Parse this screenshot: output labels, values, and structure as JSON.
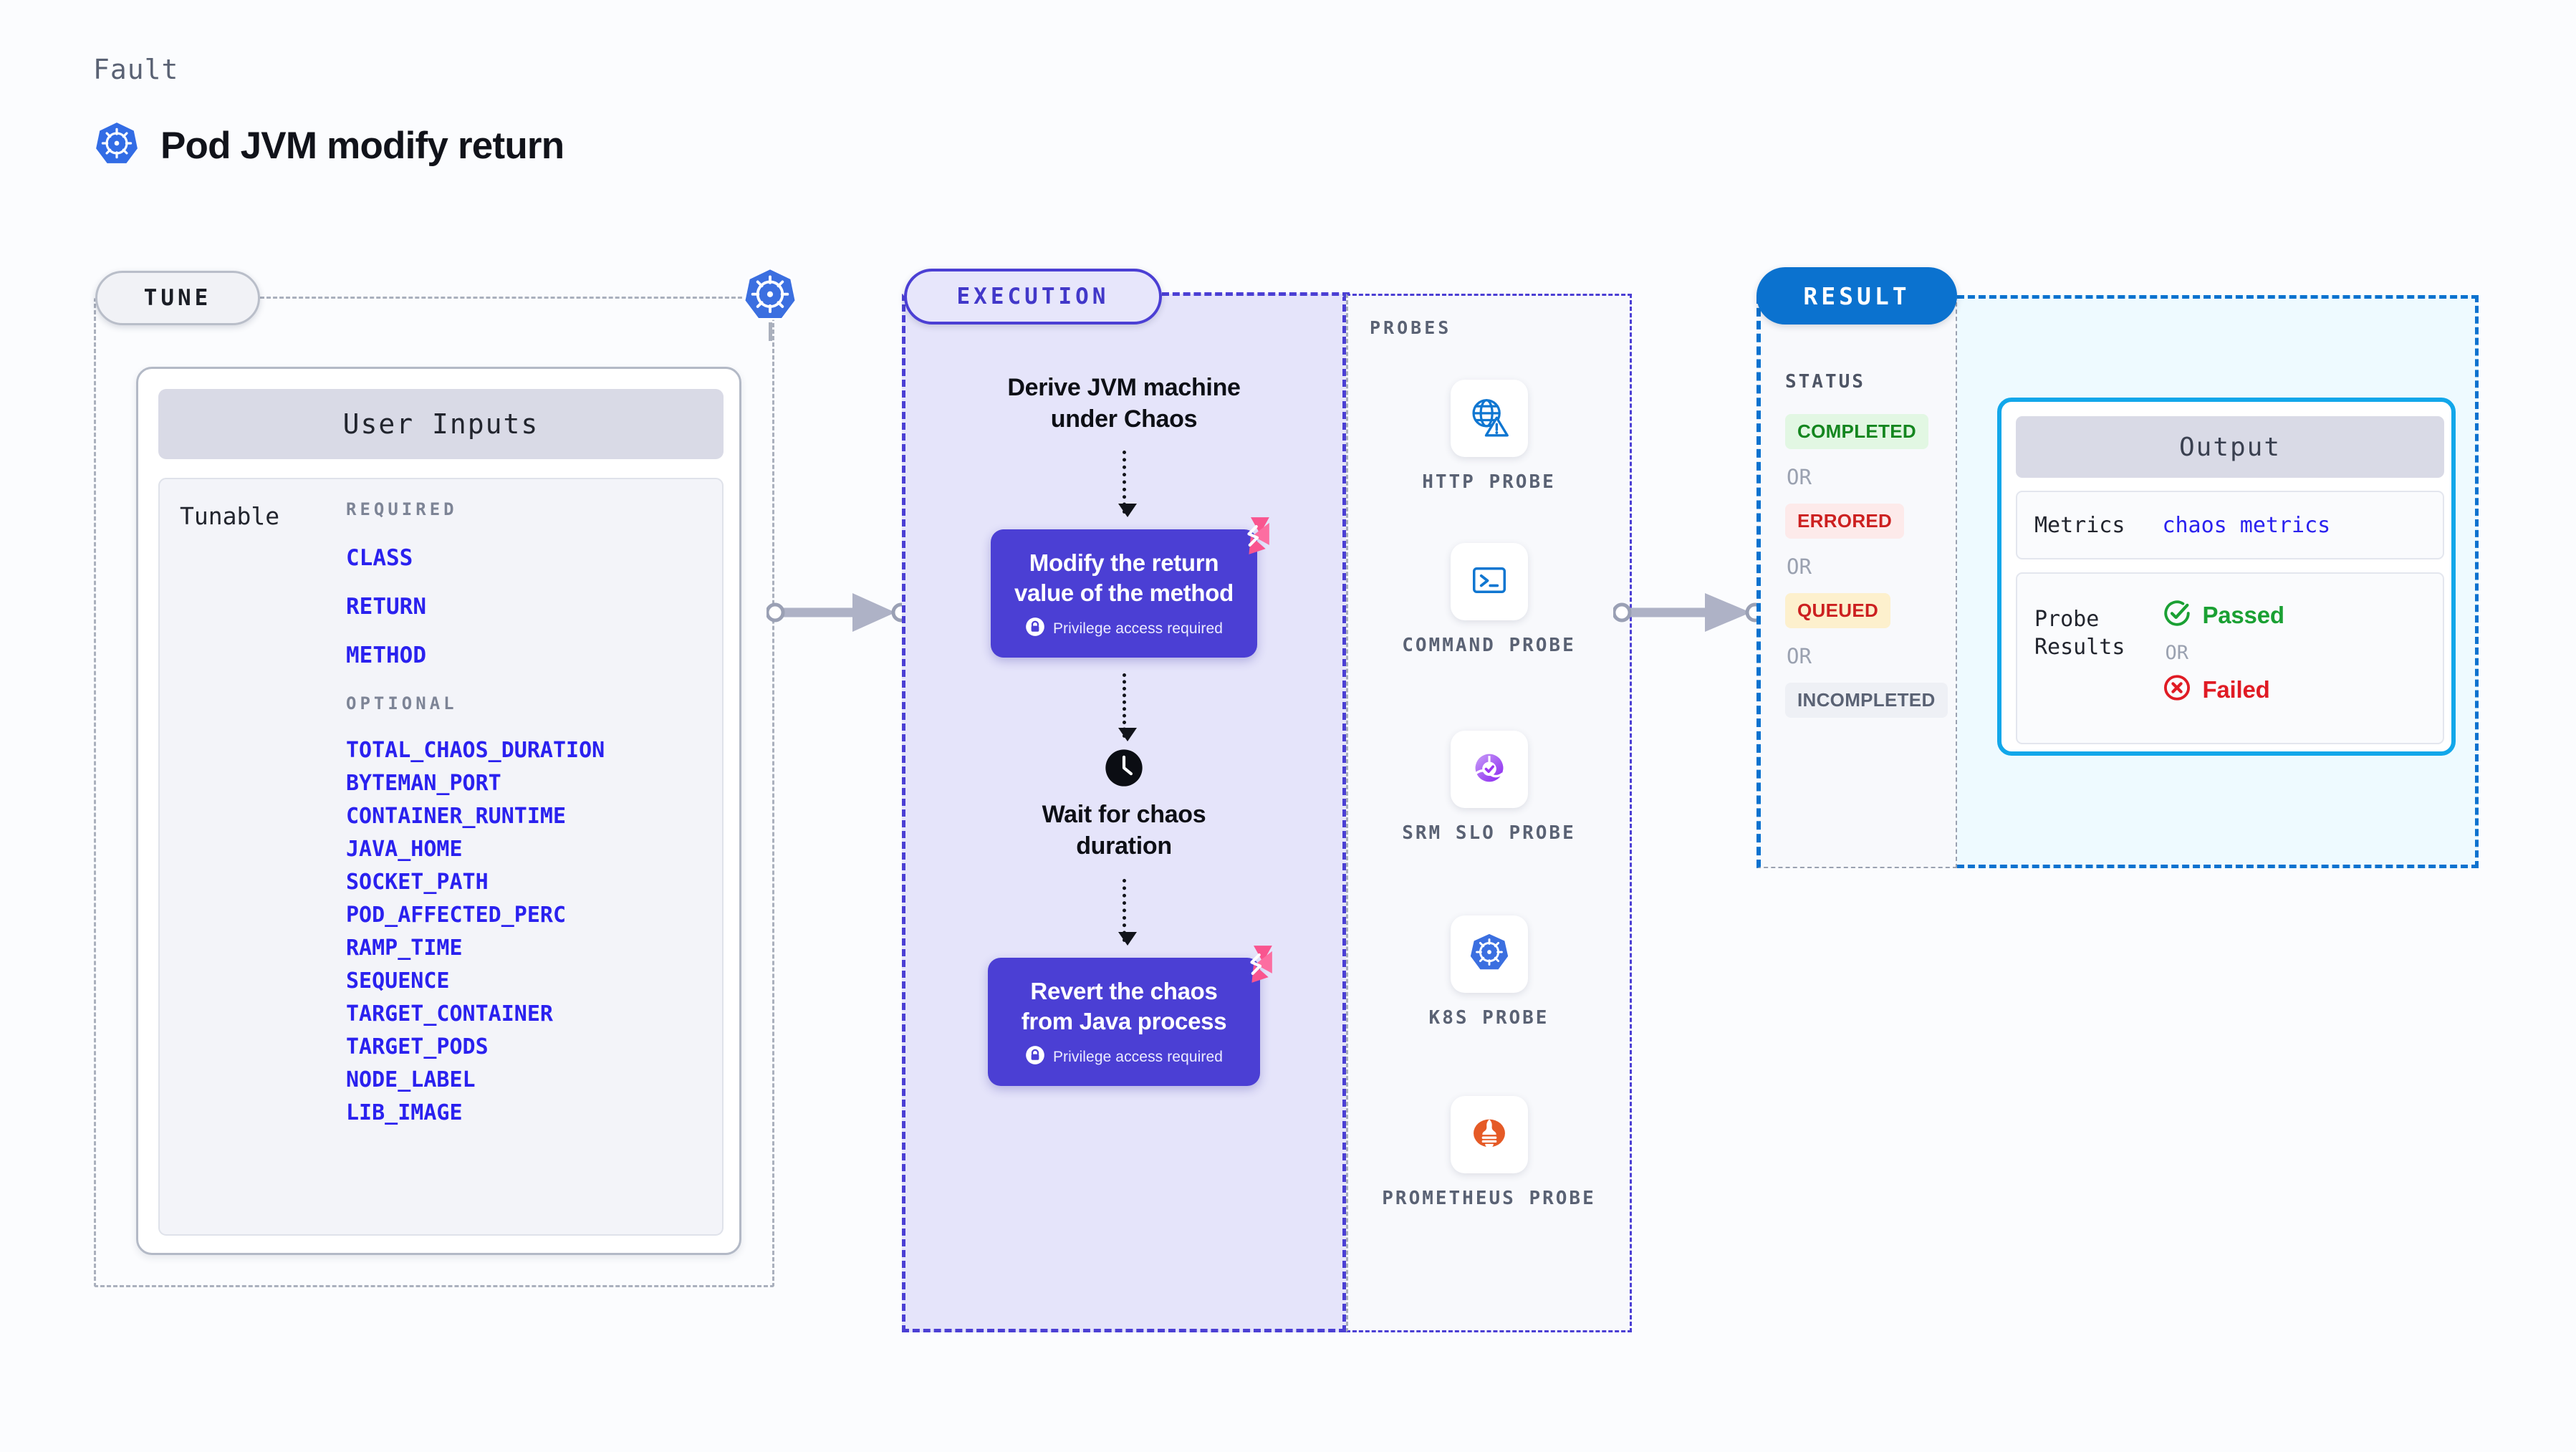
{
  "header": {
    "kicker": "Fault",
    "title": "Pod JVM modify return",
    "icon": "kubernetes-icon"
  },
  "colors": {
    "tune_accent": "#b9bec9",
    "execution_accent": "#4b3fd4",
    "result_accent": "#0b72cf",
    "output_accent": "#12a7ea",
    "param_link": "#2a21ef",
    "litmus_badge": "#f9558f",
    "passed": "#1aa033",
    "failed": "#e01b24"
  },
  "tune": {
    "tag": "TUNE",
    "node_icon": "kubernetes-icon",
    "card": {
      "title": "User Inputs",
      "row_label": "Tunable",
      "required_label": "REQUIRED",
      "required": [
        "CLASS",
        "RETURN",
        "METHOD"
      ],
      "optional_label": "OPTIONAL",
      "optional": [
        "TOTAL_CHAOS_DURATION",
        "BYTEMAN_PORT",
        "CONTAINER_RUNTIME",
        "JAVA_HOME",
        "SOCKET_PATH",
        "POD_AFFECTED_PERC",
        "RAMP_TIME",
        "SEQUENCE",
        "TARGET_CONTAINER",
        "TARGET_PODS",
        "NODE_LABEL",
        "LIB_IMAGE"
      ]
    }
  },
  "execution": {
    "tag": "EXECUTION",
    "steps": [
      {
        "kind": "heading",
        "text": "Derive JVM machine under Chaos"
      },
      {
        "kind": "action",
        "text": "Modify the return value of the method",
        "privilege": "Privilege access required",
        "badge": "litmus-icon",
        "lock": "lock-icon"
      },
      {
        "kind": "wait",
        "icon": "clock-icon",
        "text": "Wait for chaos duration"
      },
      {
        "kind": "action",
        "text": "Revert the chaos from Java process",
        "privilege": "Privilege access required",
        "badge": "litmus-icon",
        "lock": "lock-icon"
      }
    ]
  },
  "probes": {
    "label": "PROBES",
    "items": [
      {
        "name": "HTTP PROBE",
        "icon": "globe-warning-icon"
      },
      {
        "name": "COMMAND PROBE",
        "icon": "terminal-icon"
      },
      {
        "name": "SRM SLO PROBE",
        "icon": "srm-slo-icon"
      },
      {
        "name": "K8S PROBE",
        "icon": "kubernetes-icon"
      },
      {
        "name": "PROMETHEUS PROBE",
        "icon": "prometheus-icon"
      }
    ]
  },
  "result": {
    "tag": "RESULT",
    "status_label": "STATUS",
    "or_label": "OR",
    "statuses": [
      {
        "label": "COMPLETED",
        "bg": "#e2f7e3",
        "fg": "#14861f"
      },
      {
        "label": "ERRORED",
        "bg": "#fdeaea",
        "fg": "#cc2020"
      },
      {
        "label": "QUEUED",
        "bg": "#fdf0cd",
        "fg": "#cc2020"
      },
      {
        "label": "INCOMPLETED",
        "bg": "#eef0f5",
        "fg": "#5a6274"
      }
    ],
    "output": {
      "title": "Output",
      "metrics_key": "Metrics",
      "metrics_value": "chaos metrics",
      "probe_results_key": "Probe\nResults",
      "passed": "Passed",
      "or_label": "OR",
      "failed": "Failed",
      "passed_icon": "check-circle-icon",
      "failed_icon": "x-circle-icon"
    }
  }
}
